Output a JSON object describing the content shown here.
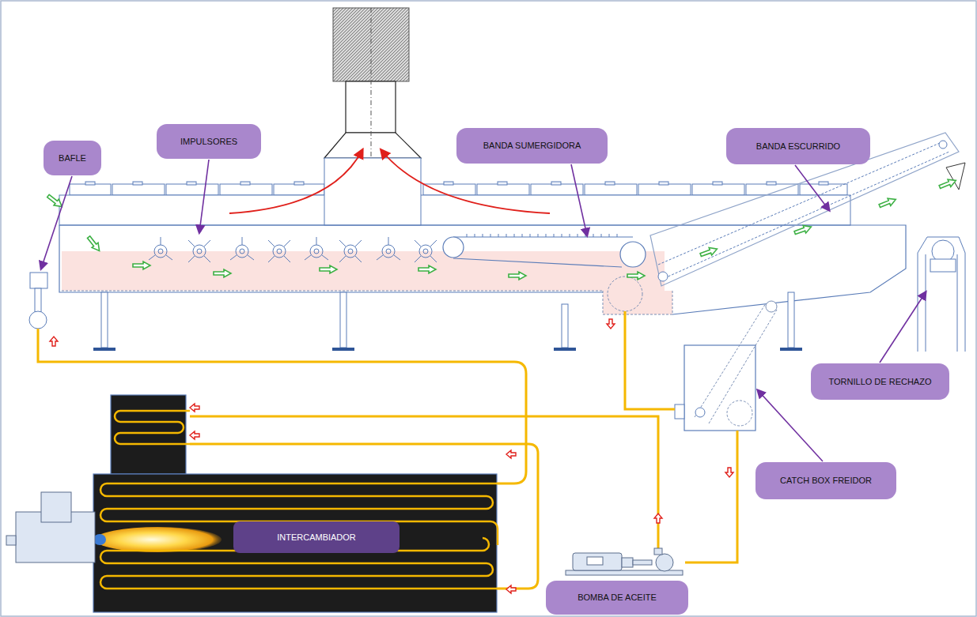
{
  "diagram": {
    "nodes": [
      {
        "text": [
          "BAFLE"
        ]
      },
      {
        "text": [
          "IMPULSORES"
        ]
      },
      {
        "text": [
          "BANDA SUMERGIDORA"
        ]
      },
      {
        "text": [
          "BANDA ESCURRIDO"
        ]
      },
      {
        "text": [
          "TORNILLO DE RECHAZO"
        ]
      },
      {
        "text": [
          "CATCH BOX FREIDOR"
        ]
      },
      {
        "text": [
          "INTERCAMBIADOR"
        ]
      },
      {
        "text": [
          "BOMBA DE ACEITE"
        ]
      }
    ]
  }
}
